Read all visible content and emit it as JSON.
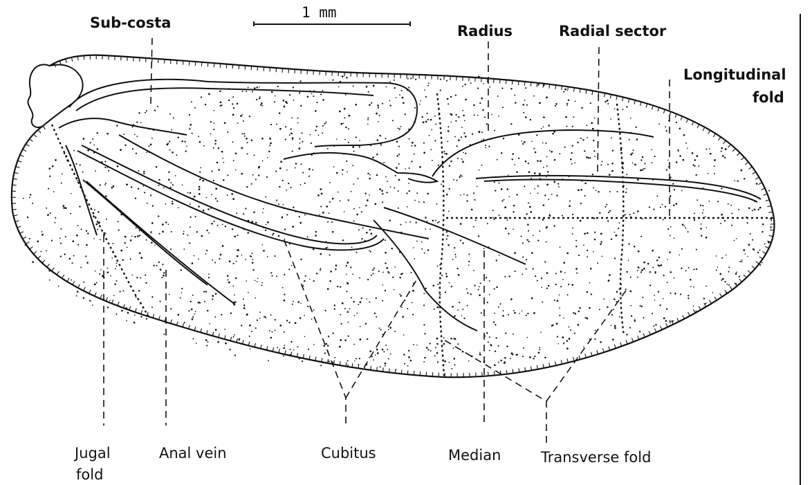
{
  "figure": {
    "scale_bar": {
      "label": "1 mm"
    },
    "labels": {
      "sub_costa": "Sub-costa",
      "radius": "Radius",
      "radial_sector": "Radial sector",
      "longitudinal_fold_line1": "Longitudinal",
      "longitudinal_fold_line2": "fold",
      "jugal_fold_line1": "Jugal",
      "jugal_fold_line2": "fold",
      "anal_vein": "Anal vein",
      "cubitus": "Cubitus",
      "median": "Median",
      "transverse_fold": "Transverse fold"
    },
    "colors": {
      "ink": "#111111",
      "background": "#ffffff"
    }
  }
}
